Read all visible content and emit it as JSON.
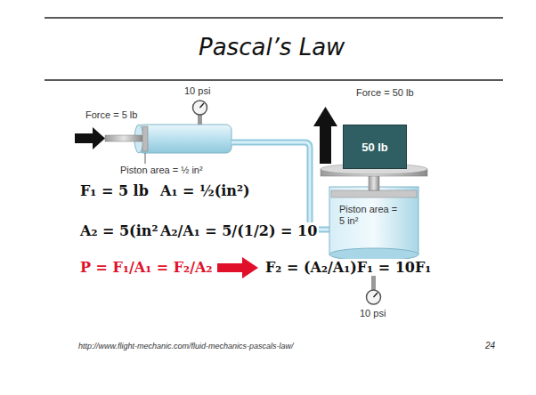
{
  "diagram": {
    "title": "Pascal’s Law",
    "nodes": [
      {
        "text": [
          "50 lb"
        ]
      }
    ],
    "labels": [
      "Force = 5 lb",
      "10 psi",
      "Piston area = ½ in²",
      "Force = 50 lb",
      "Piston area = 5 in²",
      "10 psi",
      "F₁ = 5 lb",
      "A₁ = ½(in²)",
      "A₂ = 5(in²)",
      "A₂/A₁ = 5/(1/2) = 10",
      "P = F₁/A₁ = F₂/A₂",
      "F₂ = (A₂/A₁)F₁ = 10F₁",
      "http://www.flight-mechanic.com/fluid-mechanics-pascals-law/",
      "24"
    ]
  }
}
